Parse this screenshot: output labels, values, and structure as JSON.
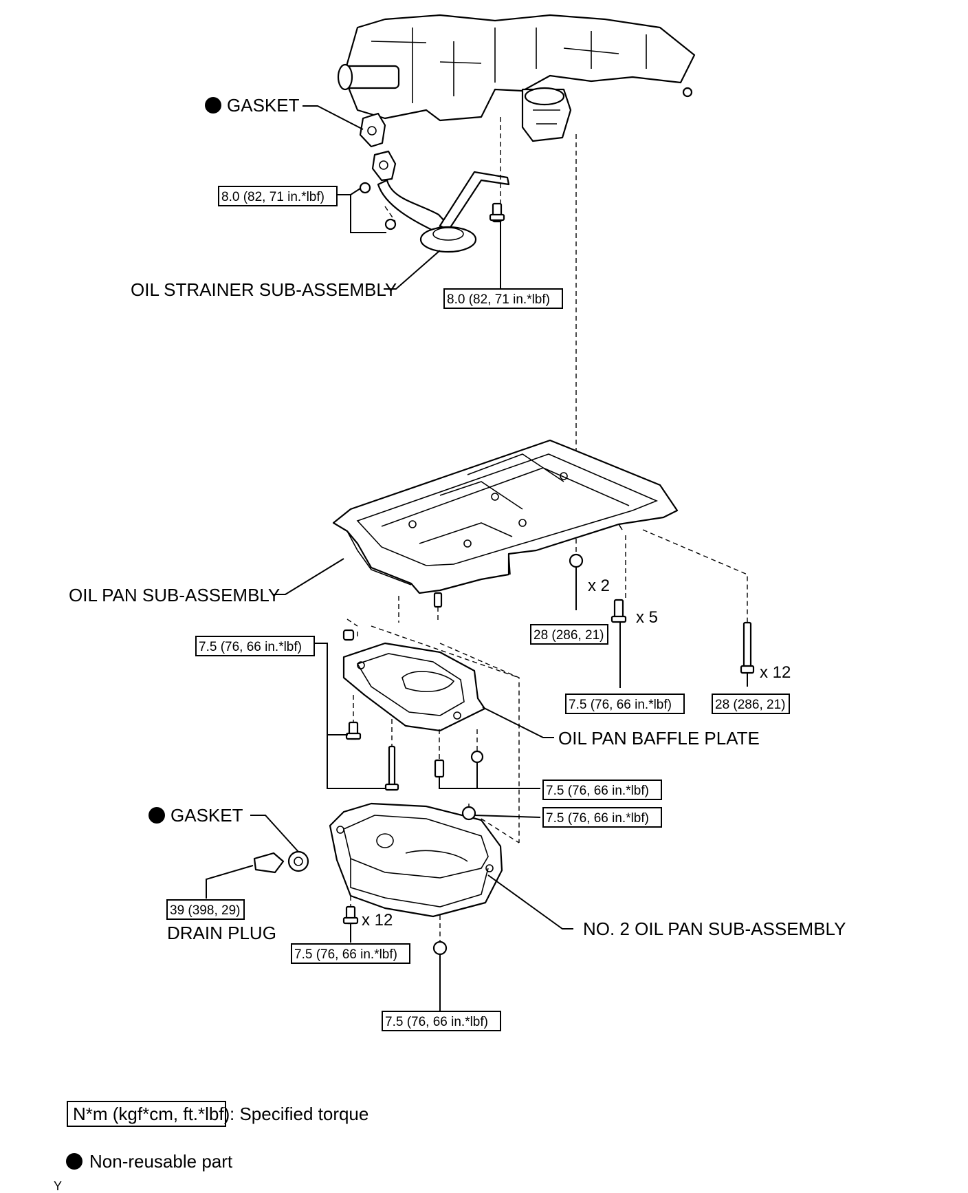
{
  "labels": {
    "gasket_upper": "GASKET",
    "oil_strainer": "OIL STRAINER SUB-ASSEMBLY",
    "oil_pan": "OIL PAN SUB-ASSEMBLY",
    "baffle_plate": "OIL PAN BAFFLE PLATE",
    "gasket_lower": "GASKET",
    "drain_plug": "DRAIN PLUG",
    "no2_oil_pan": "NO. 2 OIL PAN SUB-ASSEMBLY"
  },
  "torques": {
    "strainer_nut": "8.0 (82, 71 in.*lbf)",
    "strainer_bolt": "8.0 (82, 71 in.*lbf)",
    "oil_pan_nut": "28 (286, 21)",
    "oil_pan_bolt_short": "7.5 (76, 66 in.*lbf)",
    "oil_pan_bolt_long": "28 (286, 21)",
    "baffle_left": "7.5 (76, 66 in.*lbf)",
    "baffle_right": "7.5 (76, 66 in.*lbf)",
    "no2_pan_nut": "7.5 (76, 66 in.*lbf)",
    "drain_plug": "39 (398, 29)",
    "no2_pan_bolt": "7.5 (76, 66 in.*lbf)",
    "no2_pan_bottom": "7.5 (76, 66 in.*lbf)"
  },
  "multipliers": {
    "oil_pan_nut": "x 2",
    "oil_pan_bolt_short": "x 5",
    "oil_pan_bolt_long": "x 12",
    "no2_pan_bolt": "x 12"
  },
  "legend": {
    "torque_unit": "N*m (kgf*cm, ft.*lbf)",
    "torque_text": ": Specified torque",
    "nonreusable_text": "Non-reusable part"
  },
  "corner_mark": "Y"
}
